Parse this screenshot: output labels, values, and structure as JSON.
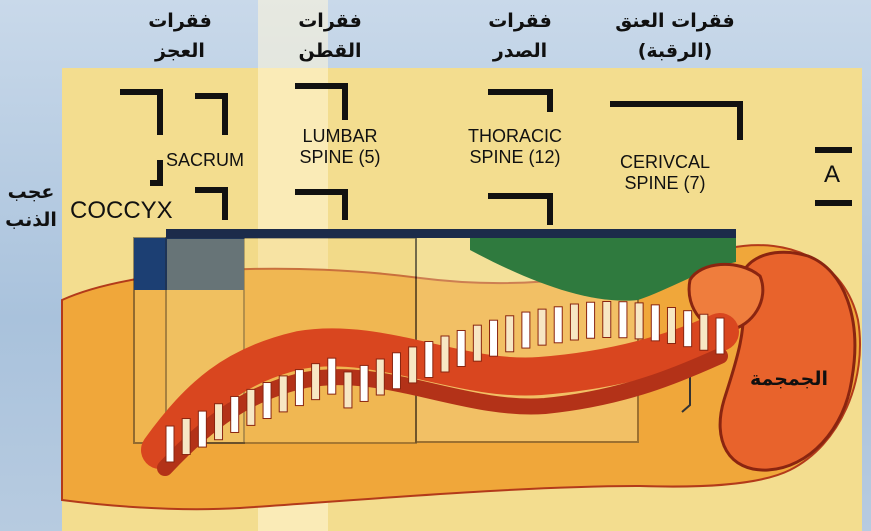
{
  "labels": {
    "sacrum_ar": [
      "فقرات",
      "العجز"
    ],
    "lumbar_ar": [
      "فقرات",
      "القطن"
    ],
    "thoracic_ar": [
      "فقرات",
      "الصدر"
    ],
    "cervical_ar": [
      "فقرات العنق",
      "(الرقبة)"
    ],
    "coccyx_ar": [
      "عجب",
      "الذنب"
    ],
    "skull_ar": "الجمجمة",
    "sacrum_en": "SACRUM",
    "lumbar_en": [
      "LUMBAR",
      "SPINE (5)"
    ],
    "thoracic_en": [
      "THORACIC",
      "SPINE (12)"
    ],
    "cervical_en": [
      "CERIVCAL",
      "SPINE (7)"
    ],
    "coccyx_en": "COCCYX",
    "marker": "A"
  },
  "colors": {
    "sky": "#b7cbe0",
    "panel": "#f2d98a",
    "body": "#f2a93b",
    "spine": "#e3522a",
    "green": "#2f7a3e",
    "navy": "#1c3f73",
    "skull": "#e9652e"
  }
}
